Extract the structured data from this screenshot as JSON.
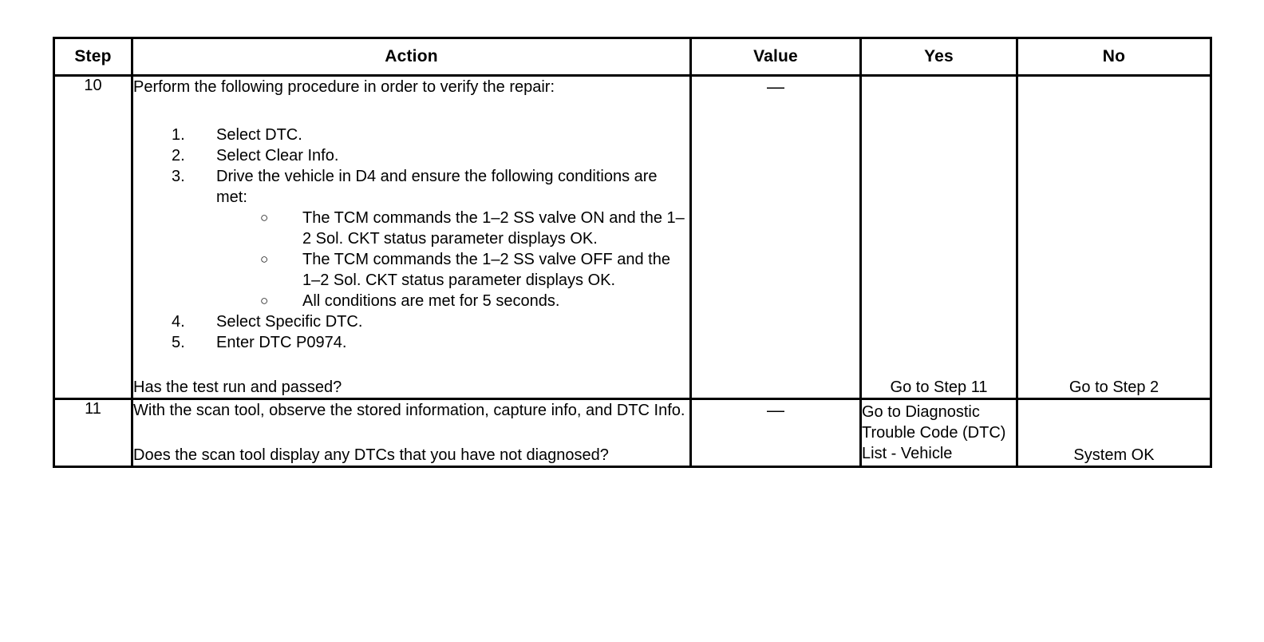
{
  "table": {
    "columns": [
      {
        "key": "step",
        "label": "Step"
      },
      {
        "key": "action",
        "label": "Action"
      },
      {
        "key": "value",
        "label": "Value"
      },
      {
        "key": "yes",
        "label": "Yes"
      },
      {
        "key": "no",
        "label": "No"
      }
    ],
    "rows": [
      {
        "step": "10",
        "action": {
          "lead": "Perform the following procedure in order to verify the repair:",
          "items": [
            {
              "num": "1.",
              "text": "Select DTC."
            },
            {
              "num": "2.",
              "text": "Select Clear Info."
            },
            {
              "num": "3.",
              "text": "Drive the vehicle in D4 and ensure the following conditions are met:",
              "sub": [
                {
                  "marker": "○",
                  "text": "The TCM commands the 1–2 SS valve ON and the 1–2 Sol. CKT status parameter displays OK."
                },
                {
                  "marker": "○",
                  "text": "The TCM commands the 1–2 SS valve OFF and the 1–2 Sol. CKT status parameter displays OK."
                },
                {
                  "marker": "○",
                  "text": "All conditions are met for 5 seconds."
                }
              ]
            },
            {
              "num": "4.",
              "text": "Select Specific DTC."
            },
            {
              "num": "5.",
              "text": "Enter DTC P0974."
            }
          ],
          "question": "Has the test run and passed?"
        },
        "value": "—",
        "yes": "Go to Step 11",
        "no": "Go to Step 2"
      },
      {
        "step": "11",
        "action": {
          "lead": "With the scan tool, observe the stored information, capture info, and DTC Info.",
          "items": [],
          "question": "Does the scan tool display any DTCs that you have not diagnosed?"
        },
        "value": "—",
        "yes": "Go to Diagnostic Trouble Code (DTC) List - Vehicle",
        "no": "System OK"
      }
    ]
  }
}
